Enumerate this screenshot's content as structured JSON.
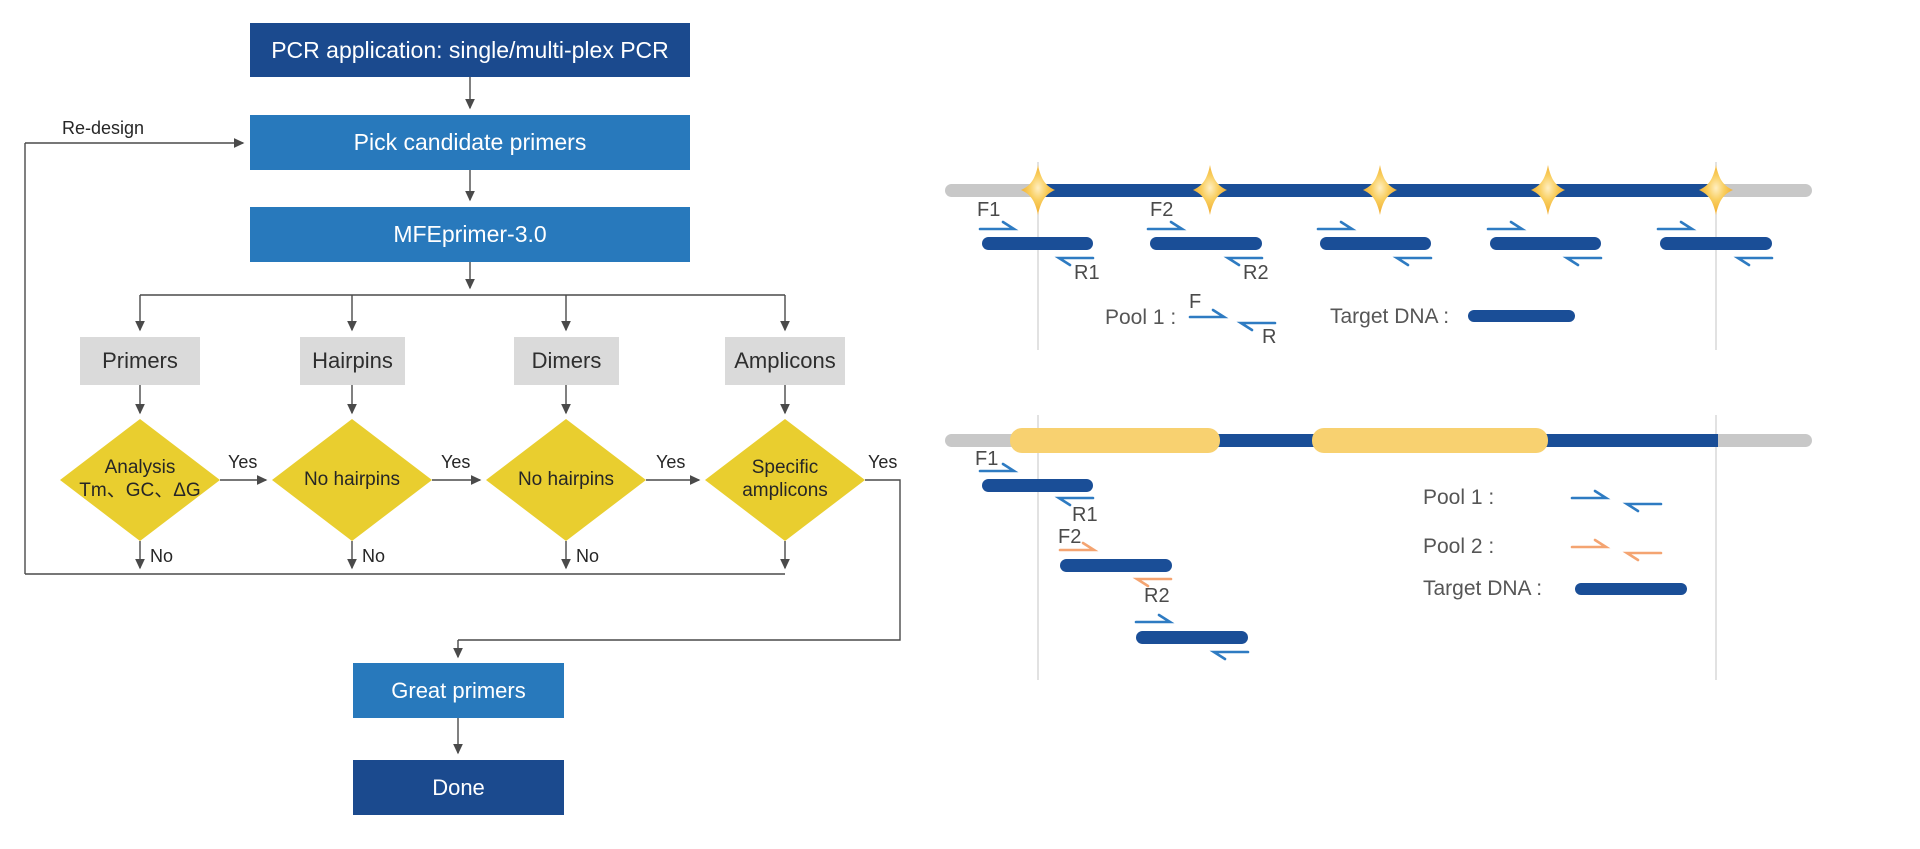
{
  "flowchart": {
    "start": "PCR application: single/multi-plex PCR",
    "pick": "Pick candidate primers",
    "tool": "MFEprimer-3.0",
    "great": "Great primers",
    "done": "Done",
    "redesign_label": "Re-design",
    "yes_label": "Yes",
    "no_label": "No",
    "categories": [
      "Primers",
      "Hairpins",
      "Dimers",
      "Amplicons"
    ],
    "decisions": [
      "Analysis\nTm、GC、ΔG",
      "No hairpins",
      "No hairpins",
      "Specific\namplicons"
    ]
  },
  "singleplex_diagram": {
    "f1": "F1",
    "r1": "R1",
    "f2": "F2",
    "r2": "R2",
    "legend_pool1": "Pool 1 :",
    "legend_f": "F",
    "legend_r": "R",
    "legend_target": "Target DNA :"
  },
  "multiplex_diagram": {
    "f1": "F1",
    "r1": "R1",
    "f2": "F2",
    "r2": "R2",
    "legend_pool1": "Pool 1 :",
    "legend_pool2": "Pool 2 :",
    "legend_target": "Target DNA :"
  },
  "colors": {
    "navy": "#1b4a8e",
    "medium_blue": "#2879bc",
    "category_gray": "#dadada",
    "decision_yellow": "#e9ce2f",
    "strand_gray": "#c8c8c8",
    "strand_yellow": "#f8d170",
    "sparkle_gold": "#efa92b",
    "primer_blue": "#2e7bc2",
    "primer_orange": "#f4a471",
    "line_gray": "#4a4a4a"
  }
}
